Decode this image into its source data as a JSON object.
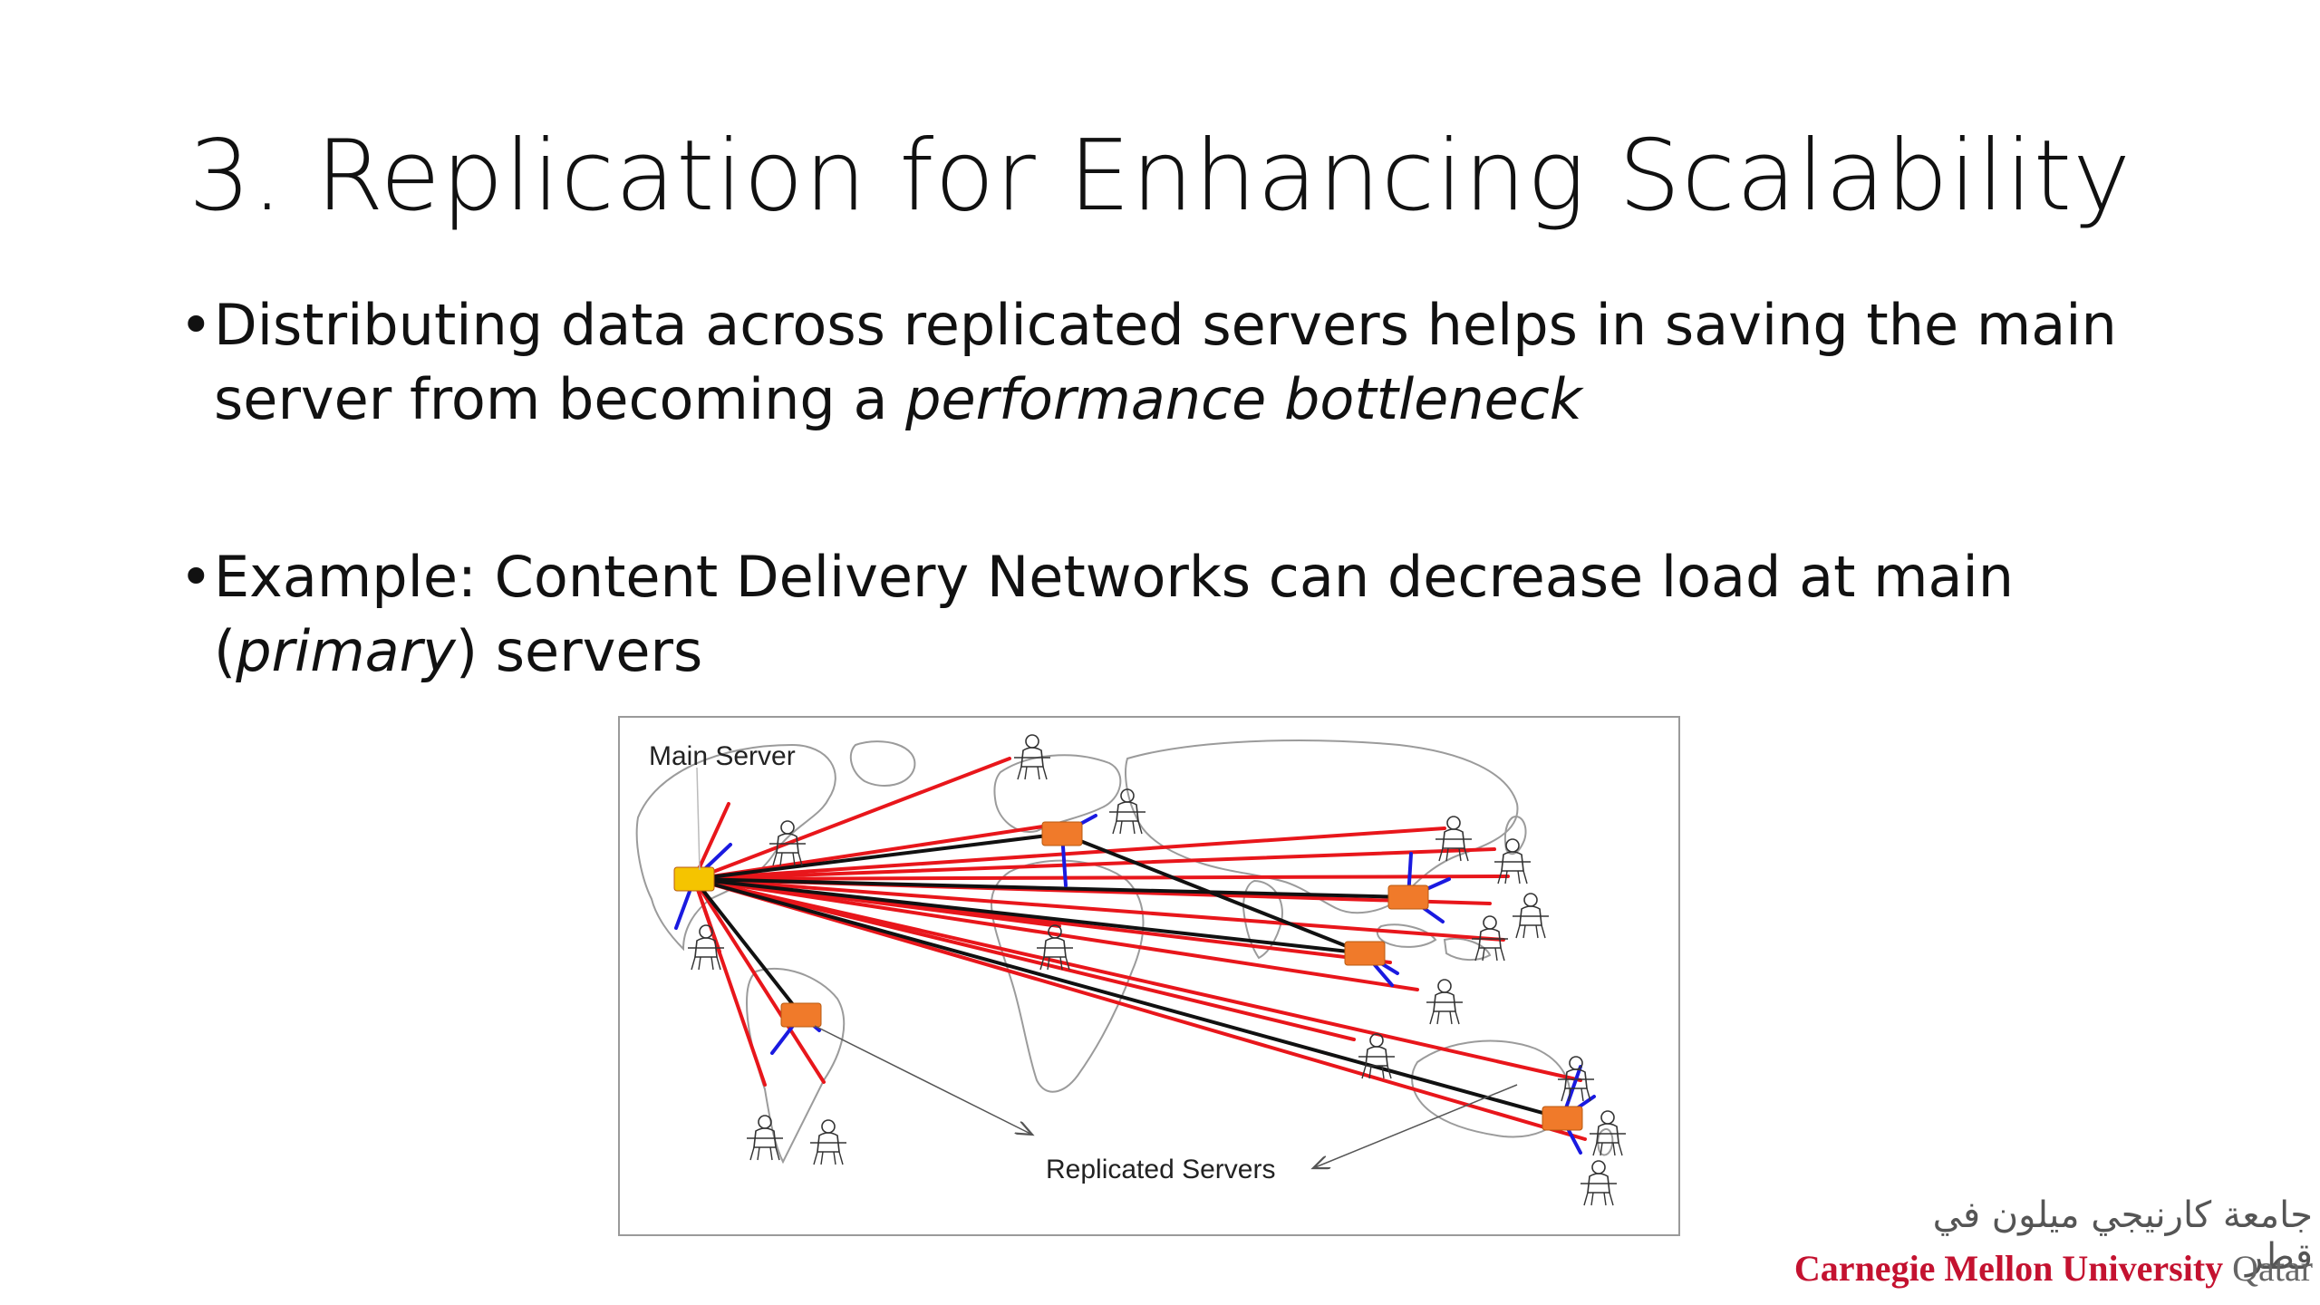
{
  "slide": {
    "title": "3. Replication for Enhancing Scalability",
    "bullets": [
      {
        "text": "Distributing data across replicated servers helps in saving the main server from becoming a ",
        "emphasis": "performance bottleneck",
        "suffix": ""
      },
      {
        "text": "Example: Content Delivery Networks can decrease load at main (",
        "emphasis": "primary",
        "suffix": ") servers"
      }
    ]
  },
  "diagram": {
    "main_server_label": "Main Server",
    "replicated_label": "Replicated Servers",
    "colors": {
      "client_link": "#e8161b",
      "server_link": "#111111",
      "local_link": "#1a1ae0",
      "main_server": "#f5c400",
      "replica": "#f07a2a"
    }
  },
  "logo": {
    "arabic": "جامعة كارنيجي ميلون في قطر",
    "name": "Carnegie Mellon University",
    "suffix": "Qatar"
  }
}
